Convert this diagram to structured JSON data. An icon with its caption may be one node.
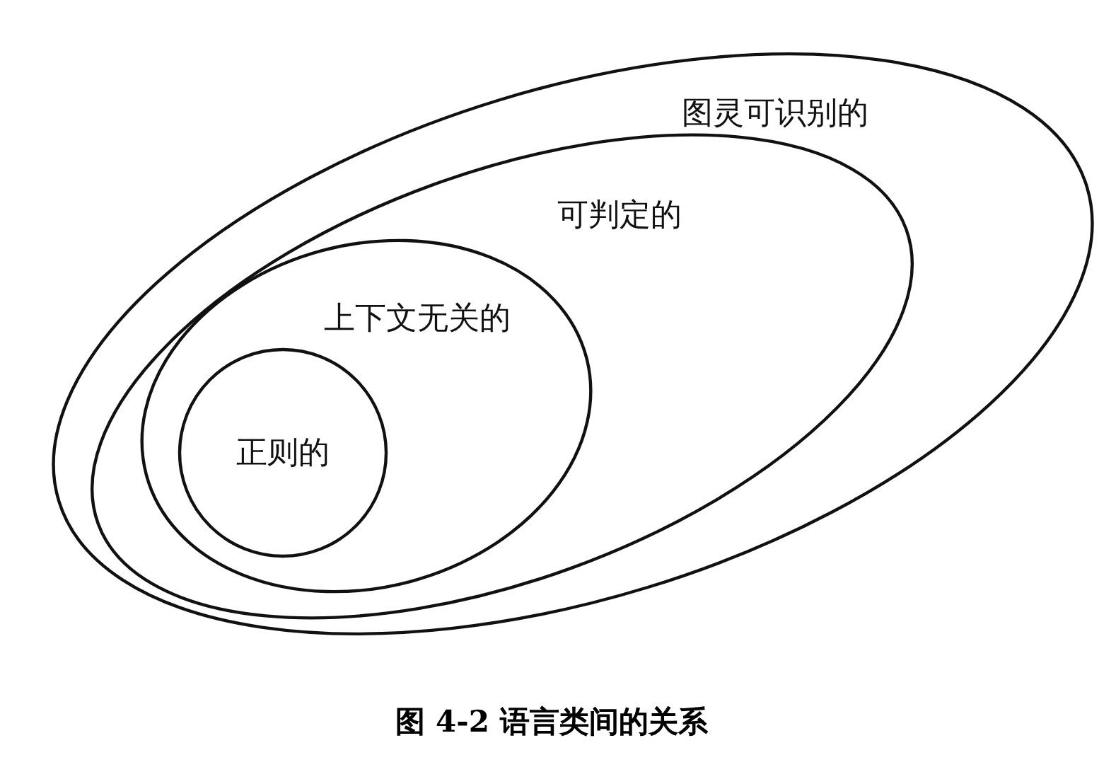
{
  "diagram": {
    "caption": "图 4-2 语言类间的关系",
    "nodes": [
      {
        "text": [
          "图灵可识别的"
        ]
      },
      {
        "text": [
          "可判定的"
        ],
        "in": 0
      },
      {
        "text": [
          "上下文无关的"
        ],
        "in": 1
      },
      {
        "text": [
          "正则的"
        ],
        "in": 2
      }
    ]
  }
}
